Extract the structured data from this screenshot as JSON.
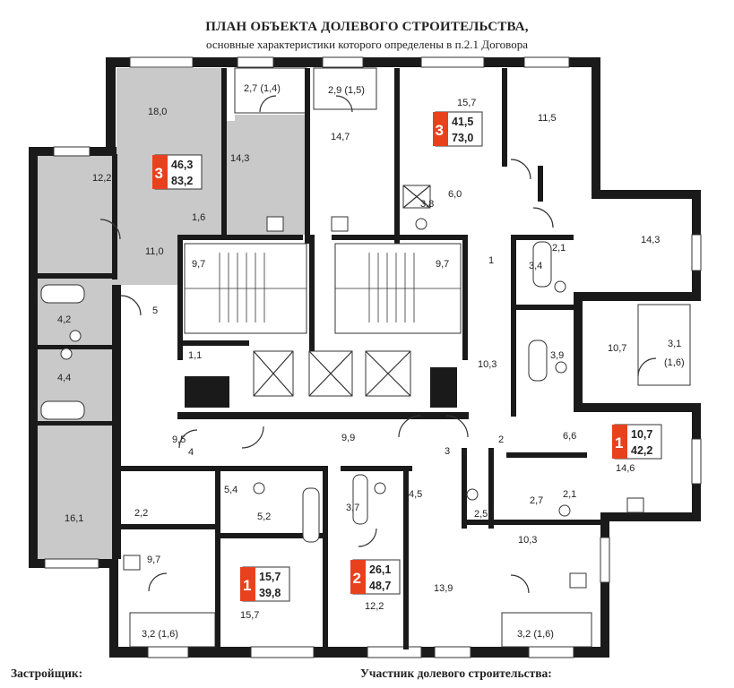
{
  "header": {
    "title": "ПЛАН ОБЪЕКТА ДОЛЕВОГО СТРОИТЕЛЬСТВА,",
    "subtitle": "основные характеристики которого определены в п.2.1 Договора"
  },
  "footer": {
    "developer_label": "Застройщик:",
    "participant_label": "Участник долевого строительства:"
  },
  "apartments": [
    {
      "rooms": "3",
      "living": "46,3",
      "total": "83,2"
    },
    {
      "rooms": "3",
      "living": "41,5",
      "total": "73,0"
    },
    {
      "rooms": "1",
      "living": "10,7",
      "total": "42,2"
    },
    {
      "rooms": "1",
      "living": "15,7",
      "total": "39,8"
    },
    {
      "rooms": "2",
      "living": "26,1",
      "total": "48,7"
    }
  ],
  "room_labels": [
    "18,0",
    "2,7 (1,4)",
    "2,9 (1,5)",
    "15,7",
    "11,5",
    "14,3",
    "12,2",
    "14,7",
    "3,8",
    "6,0",
    "14,3",
    "1,6",
    "11,0",
    "9,7",
    "9,7",
    "2,1",
    "3,4",
    "1",
    "5",
    "4,2",
    "1,1",
    "4,4",
    "10,7",
    "3,9",
    "10,3",
    "3,1",
    "(1,6)",
    "9,5",
    "4",
    "9,9",
    "3",
    "2",
    "6,6",
    "14,6",
    "5,4",
    "5,2",
    "3,7",
    "4,5",
    "2,5",
    "2,7",
    "2,1",
    "2,2",
    "16,1",
    "9,7",
    "10,3",
    "13,9",
    "12,2",
    "15,7",
    "3,2 (1,6)",
    "3,2 (1,6)"
  ]
}
